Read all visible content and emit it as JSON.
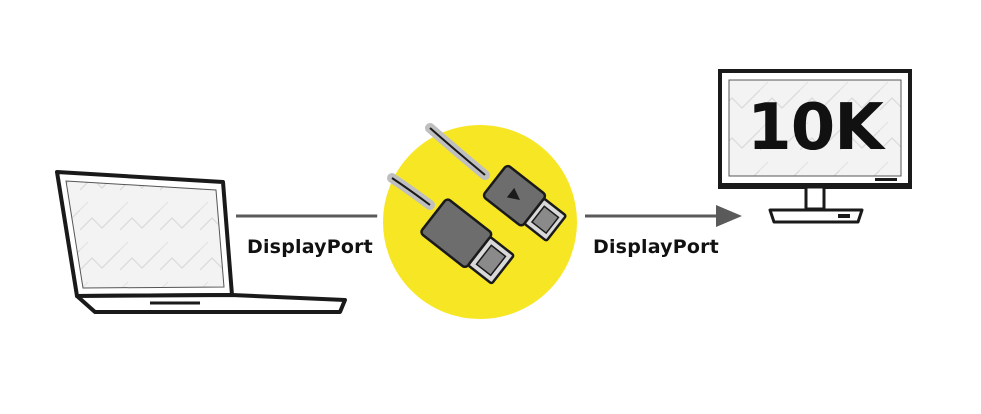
{
  "connections": {
    "left_label": "DisplayPort",
    "right_label": "DisplayPort"
  },
  "monitor": {
    "resolution_text": "10K"
  },
  "colors": {
    "accent_circle": "#f7e624",
    "line": "#5a5a5a",
    "outline": "#1a1a1a"
  },
  "icons": {
    "source": "laptop-icon",
    "cable": "displayport-cable-icon",
    "target": "monitor-icon",
    "arrow": "arrow-right-icon"
  }
}
